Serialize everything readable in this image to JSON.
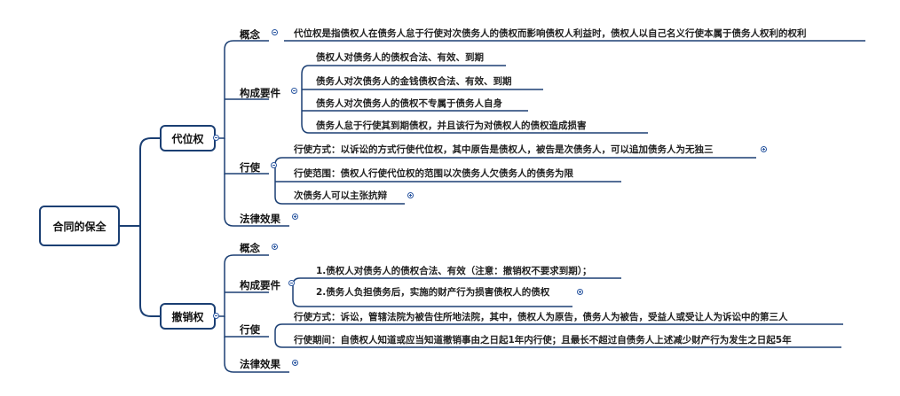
{
  "root": {
    "label": "合同的保全"
  },
  "subrogation": {
    "label": "代位权",
    "concept": {
      "label": "概念",
      "text": "代位权是指债权人在债务人怠于行使对次债务人的债权而影响债权人利益时，债权人以自己名义行使本属于债务人权利的权利"
    },
    "requirements": {
      "label": "构成要件",
      "items": [
        "债权人对债务人的债权合法、有效、到期",
        "债务人对次债务人的金钱债权合法、有效、到期",
        "债务人对次债务人的债权不专属于债务人自身",
        "债务人怠于行使其到期债权，并且该行为对债权人的债权造成损害"
      ]
    },
    "exercise": {
      "label": "行使",
      "items": [
        "行使方式：以诉讼的方式行使代位权，其中原告是债权人，被告是次债务人，可以追加债务人为无独三",
        "行使范围：债权人行使代位权的范围以次债务人欠债务人的债务为限",
        "次债务人可以主张抗辩"
      ]
    },
    "effect": {
      "label": "法律效果"
    }
  },
  "revocation": {
    "label": "撤销权",
    "concept": {
      "label": "概念"
    },
    "requirements": {
      "label": "构成要件",
      "items": [
        "1.债权人对债务人的债权合法、有效（注意：撤销权不要求到期）；",
        "2.债务人负担债务后，实施的财产行为损害债权人的债权"
      ]
    },
    "exercise": {
      "label": "行使",
      "items": [
        "行使方式：诉讼，管辖法院为被告住所地法院，其中，债权人为原告，债务人为被告，受益人或受让人为诉讼中的第三人",
        "行使期间：自债权人知道或应当知道撤销事由之日起1年内行使；且最长不超过自债务人上述减少财产行为发生之日起5年"
      ]
    },
    "effect": {
      "label": "法律效果"
    }
  }
}
